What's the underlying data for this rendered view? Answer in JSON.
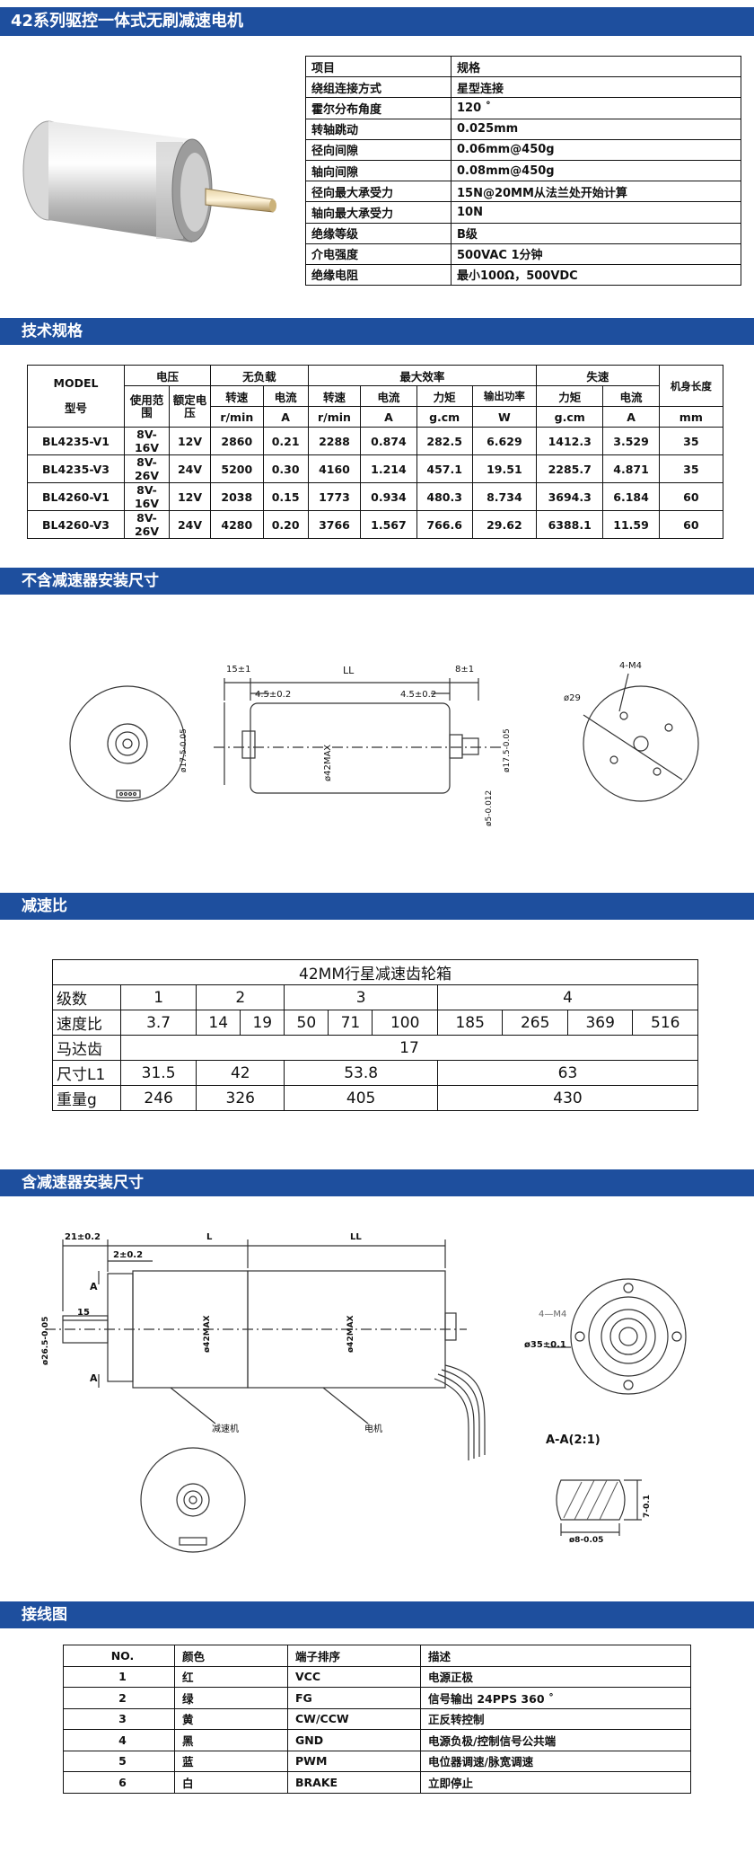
{
  "title": "42系列驱控一体式无刷减速电机",
  "spec_table": {
    "rows": [
      [
        "项目",
        "规格"
      ],
      [
        "绕组连接方式",
        "星型连接"
      ],
      [
        "霍尔分布角度",
        "120 ˚"
      ],
      [
        "转轴跳动",
        "0.025mm"
      ],
      [
        "径向间隙",
        "0.06mm@450g"
      ],
      [
        "轴向间隙",
        "0.08mm@450g"
      ],
      [
        "径向最大承受力",
        "15N@20MM从法兰处开始计算"
      ],
      [
        "轴向最大承受力",
        "10N"
      ],
      [
        "绝缘等级",
        "B级"
      ],
      [
        "介电强度",
        "500VAC 1分钟"
      ],
      [
        "绝缘电阻",
        "最小100Ω，500VDC"
      ]
    ]
  },
  "sections": {
    "tech": "技术规格",
    "no_gear": "不含减速器安装尺寸",
    "ratio": "减速比",
    "with_gear": "含减速器安装尺寸",
    "wiring": "接线图"
  },
  "tech_table": {
    "model_label": "MODEL",
    "model_label_cn": "型号",
    "group_voltage": "电压",
    "group_noload": "无负载",
    "group_maxeff": "最大效率",
    "group_stall": "失速",
    "sub_range": "使用范围",
    "sub_rated": "额定电压",
    "sub_speed": "转速",
    "sub_current": "电流",
    "sub_torque": "力矩",
    "sub_power": "输出功率",
    "sub_length": "机身长度",
    "unit_rpm": "r/min",
    "unit_a": "A",
    "unit_gcm": "g.cm",
    "unit_w": "W",
    "unit_mm": "mm",
    "rows": [
      [
        "BL4235-V1",
        "8V-16V",
        "12V",
        "2860",
        "0.21",
        "2288",
        "0.874",
        "282.5",
        "6.629",
        "1412.3",
        "3.529",
        "35"
      ],
      [
        "BL4235-V3",
        "8V-26V",
        "24V",
        "5200",
        "0.30",
        "4160",
        "1.214",
        "457.1",
        "19.51",
        "2285.7",
        "4.871",
        "35"
      ],
      [
        "BL4260-V1",
        "8V-16V",
        "12V",
        "2038",
        "0.15",
        "1773",
        "0.934",
        "480.3",
        "8.734",
        "3694.3",
        "6.184",
        "60"
      ],
      [
        "BL4260-V3",
        "8V-26V",
        "24V",
        "4280",
        "0.20",
        "3766",
        "1.567",
        "766.6",
        "29.62",
        "6388.1",
        "11.59",
        "60"
      ]
    ]
  },
  "drawing1": {
    "dim_15": "15±1",
    "dim_ll": "LL",
    "dim_8": "8±1",
    "dim_45a": "4.5±0.2",
    "dim_45b": "4.5±0.2",
    "dim_175a": "ø17.5-0.05",
    "dim_42": "ø42MAX",
    "dim_175b": "ø17.5-0.05",
    "dim_5": "ø5-0.012",
    "dim_m4": "4-M4",
    "dim_29": "ø29"
  },
  "gear_table": {
    "title": "42MM行星减速齿轮箱",
    "row_stage": [
      "级数",
      "1",
      "2",
      "3",
      "4"
    ],
    "row_ratio_label": "速度比",
    "ratios": [
      "3.7",
      "14",
      "19",
      "50",
      "71",
      "100",
      "185",
      "265",
      "369",
      "516"
    ],
    "row_teeth": [
      "马达齿",
      "17"
    ],
    "row_len": [
      "尺寸L1",
      "31.5",
      "42",
      "53.8",
      "63"
    ],
    "row_weight": [
      "重量g",
      "246",
      "326",
      "405",
      "430"
    ]
  },
  "drawing2": {
    "dim_21": "21±0.2",
    "dim_l": "L",
    "dim_ll": "LL",
    "dim_2": "2±0.2",
    "dim_15": "15",
    "label_a1": "A",
    "label_a2": "A",
    "dim_26": "ø26.5-0.05",
    "dim_42a": "ø42MAX",
    "dim_42b": "ø42MAX",
    "label_gearbox": "减速机",
    "label_motor": "电机",
    "dim_m4": "4—M4",
    "dim_35": "ø35±0.1",
    "section_label": "A-A(2:1)",
    "dim_8": "ø8-0.05",
    "dim_7": "7-0.1"
  },
  "wire_table": {
    "headers": [
      "NO.",
      "颜色",
      "端子排序",
      "描述"
    ],
    "rows": [
      [
        "1",
        "红",
        "VCC",
        "电源正极"
      ],
      [
        "2",
        "绿",
        "FG",
        "信号输出 24PPS 360 ˚"
      ],
      [
        "3",
        "黄",
        "CW/CCW",
        "正反转控制"
      ],
      [
        "4",
        "黑",
        "GND",
        "电源负极/控制信号公共端"
      ],
      [
        "5",
        "蓝",
        "PWM",
        "电位器调速/脉宽调速"
      ],
      [
        "6",
        "白",
        "BRAKE",
        "立即停止"
      ]
    ]
  },
  "colors": {
    "bar": "#1e4f9e",
    "line": "#333333"
  }
}
